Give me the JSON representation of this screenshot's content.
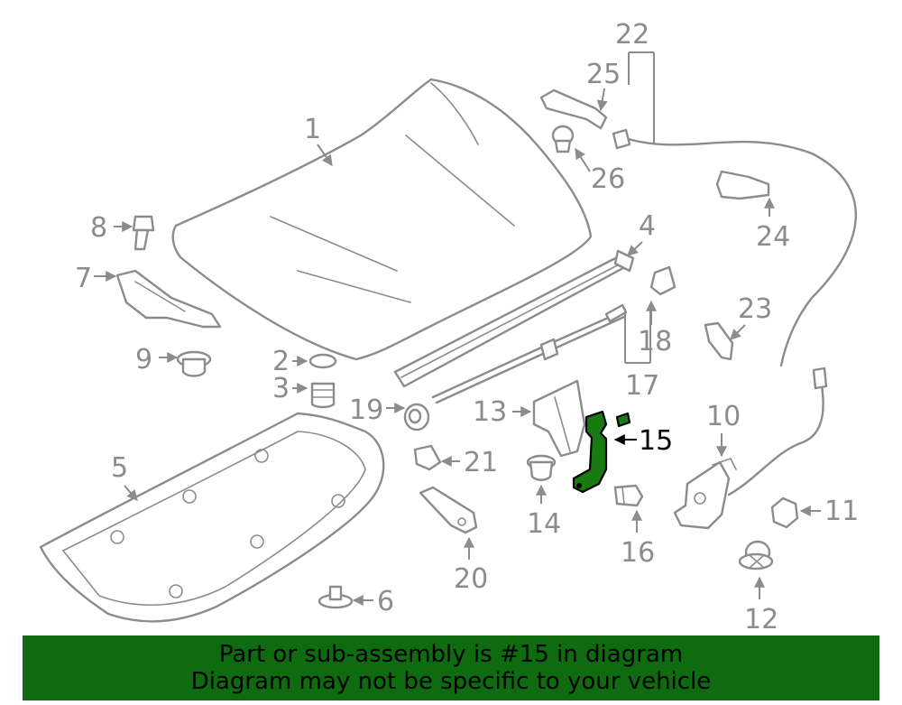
{
  "diagram": {
    "highlighted_part": "15",
    "callouts": [
      "1",
      "2",
      "3",
      "4",
      "5",
      "6",
      "7",
      "8",
      "9",
      "10",
      "11",
      "12",
      "13",
      "14",
      "15",
      "16",
      "17",
      "18",
      "19",
      "20",
      "21",
      "22",
      "23",
      "24",
      "25",
      "26"
    ]
  },
  "banner": {
    "line1": "Part or sub-assembly is #15 in diagram",
    "line2": "Diagram may not be specific to your vehicle"
  },
  "colors": {
    "banner_bg": "#0f6b0f",
    "highlight": "#1a7a12",
    "linework": "#8c8c8c"
  }
}
